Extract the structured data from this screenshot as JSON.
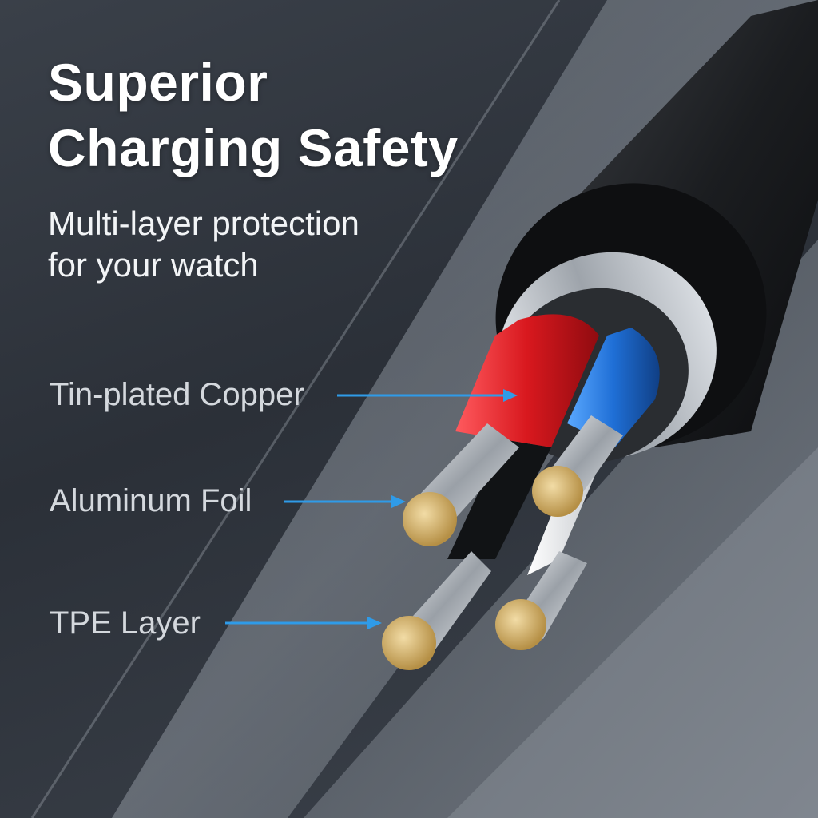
{
  "headline": {
    "line1": "Superior",
    "line2": "Charging Safety"
  },
  "subheadline": {
    "line1": "Multi-layer protection",
    "line2": "for your watch"
  },
  "callouts": [
    {
      "label": "Tin-plated Copper"
    },
    {
      "label": "Aluminum Foil"
    },
    {
      "label": "TPE Layer"
    }
  ],
  "colors": {
    "accent_arrow": "#2f9be8",
    "wire_red": "#d8181e",
    "wire_blue": "#1f6fd6",
    "wire_white": "#e6e8ea",
    "wire_black": "#111315",
    "copper_strand": "#d8b774",
    "jacket": "#1b1d20",
    "foil": "#b9bec4"
  }
}
